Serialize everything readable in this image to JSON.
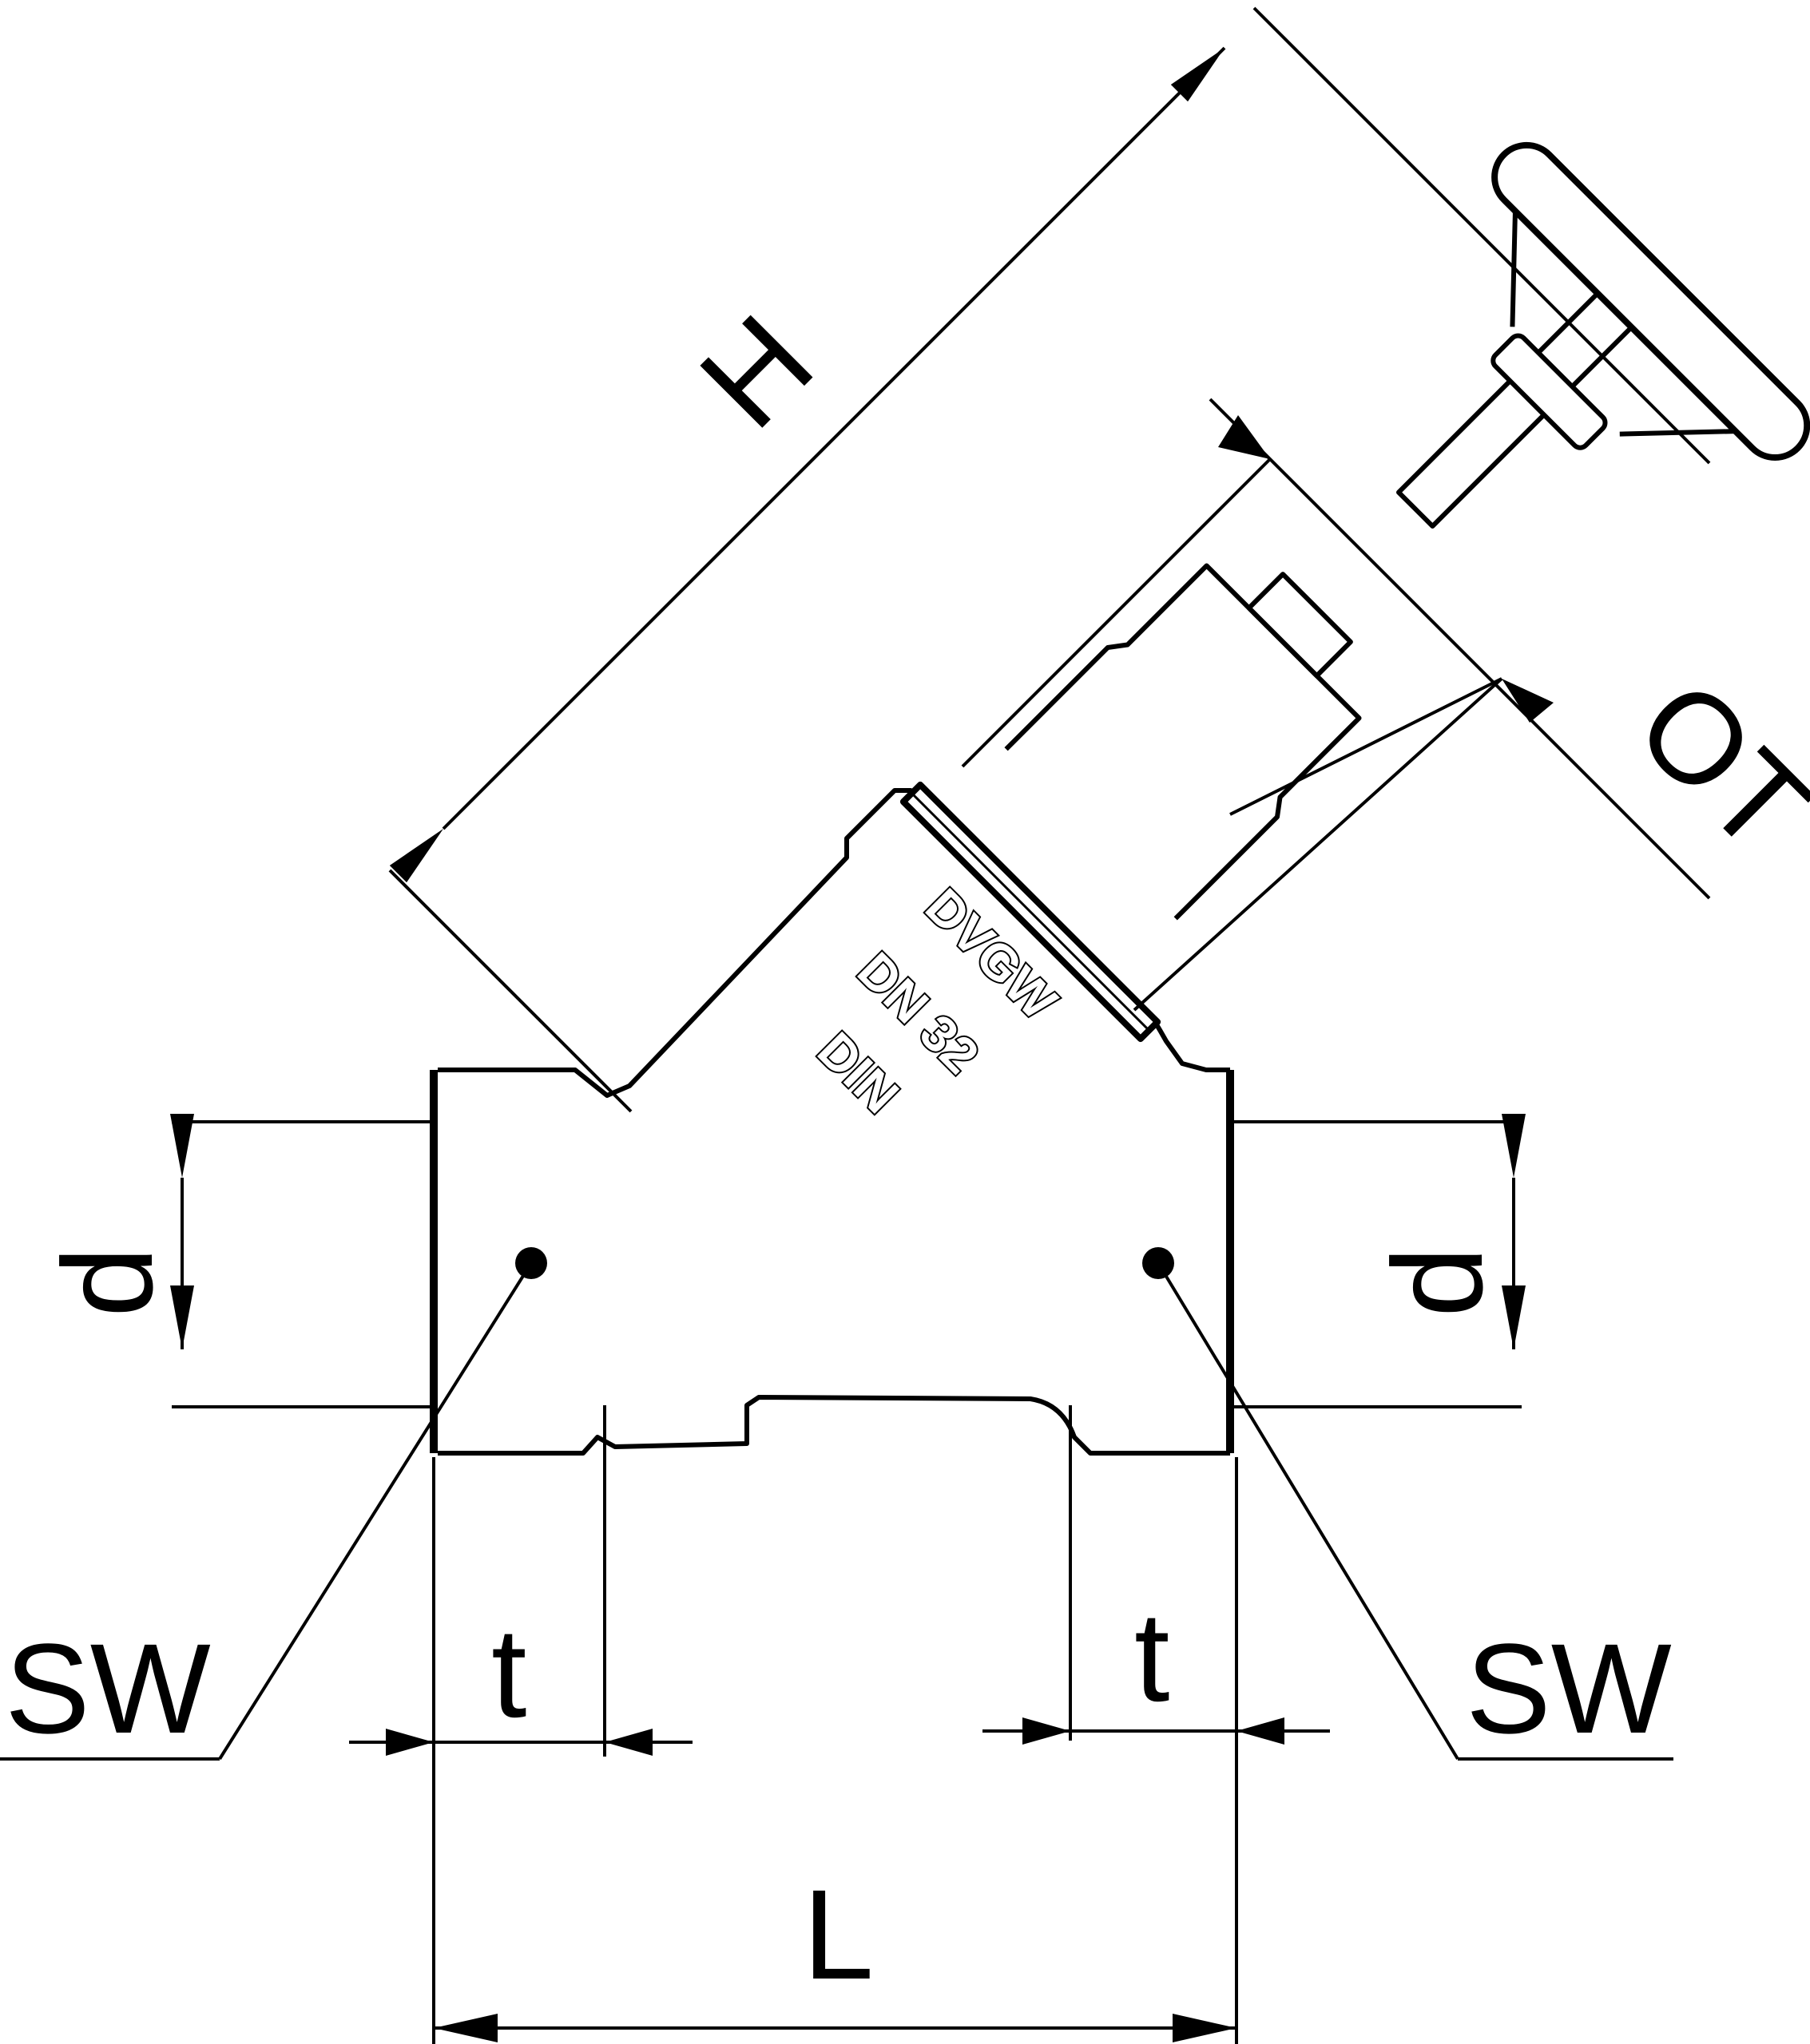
{
  "labels": {
    "height": "H",
    "actuator_dim": "OT",
    "diameter_left": "d",
    "diameter_right": "d",
    "wrench_left": "SW",
    "wrench_right": "SW",
    "depth_left": "t",
    "depth_right": "t",
    "length": "L"
  },
  "body_marking": {
    "maker": "DVGW",
    "size": "DN 32",
    "standard": "DIN"
  },
  "colors": {
    "line": "#000000",
    "background": "#ffffff"
  }
}
